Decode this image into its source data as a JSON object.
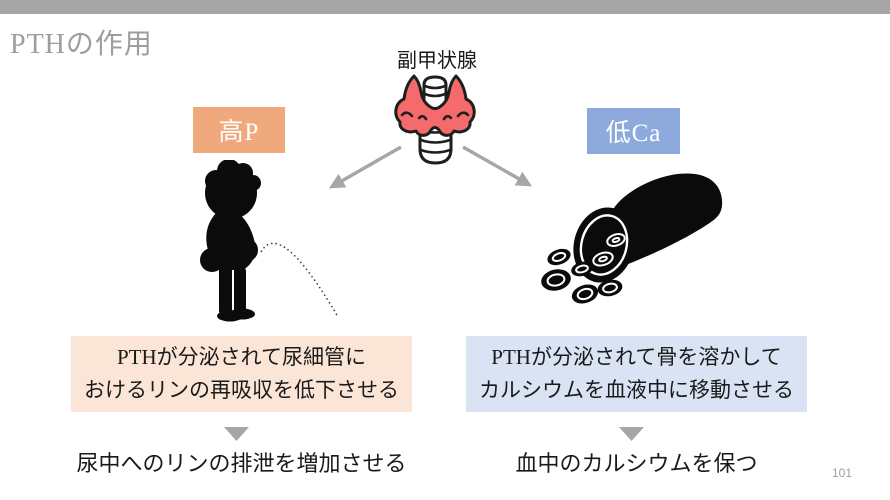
{
  "slide": {
    "title": "PTHの作用",
    "page_number": "101",
    "gland": {
      "label": "副甲状腺",
      "icon": "parathyroid-gland-icon"
    },
    "branches": {
      "left": {
        "tag": "高P",
        "cause_line1": "PTHが分泌されて尿細管に",
        "cause_line2": "おけるリンの再吸収を低下させる",
        "result": "尿中へのリンの排泄を増加させる",
        "icon": "urinating-child-icon"
      },
      "right": {
        "tag": "低Ca",
        "cause_line1": "PTHが分泌されて骨を溶かして",
        "cause_line2": "カルシウムを血液中に移動させる",
        "result": "血中のカルシウムを保つ",
        "icon": "blood-vessel-red-blood-cells-icon"
      }
    },
    "colors": {
      "top_bar": "#A6A6A6",
      "title_text": "#9E9E9E",
      "arrow": "#A6A6A6",
      "tag_high_p_bg": "#EFA97C",
      "tag_low_ca_bg": "#8EA9DC",
      "tag_text": "#FFFFFF",
      "cause_left_bg": "#FBE5D6",
      "cause_right_bg": "#DAE3F3",
      "body_text": "#1A1A1A",
      "thyroid_fill": "#F56B6B",
      "outline": "#1E1E1E"
    }
  }
}
